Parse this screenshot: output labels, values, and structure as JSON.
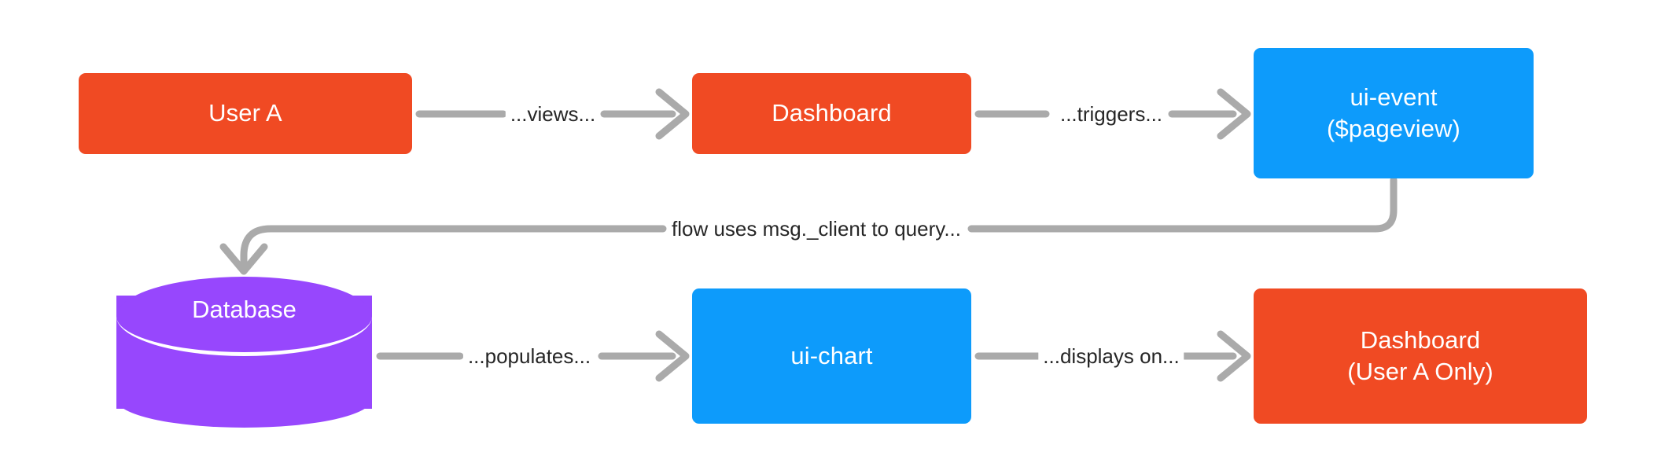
{
  "diagram": {
    "type": "flowchart",
    "direction": "left-to-right",
    "background_color": "#ffffff",
    "edge_color": "#aaaaaa",
    "label_color": "#262626",
    "colors": {
      "orange": "#f04a23",
      "blue": "#0d9bfb",
      "purple": "#9747fd",
      "node_text": "#ffffff"
    },
    "nodes": [
      {
        "id": "user-a",
        "shape": "rounded-rect",
        "color": "#f04a23",
        "lines": [
          "User A"
        ]
      },
      {
        "id": "dashboard-1",
        "shape": "rounded-rect",
        "color": "#f04a23",
        "lines": [
          "Dashboard"
        ]
      },
      {
        "id": "ui-event",
        "shape": "rounded-rect",
        "color": "#0d9bfb",
        "lines": [
          "ui-event",
          "($pageview)"
        ]
      },
      {
        "id": "database",
        "shape": "cylinder",
        "color": "#9747fd",
        "lines": [
          "Database"
        ]
      },
      {
        "id": "ui-chart",
        "shape": "rounded-rect",
        "color": "#0d9bfb",
        "lines": [
          "ui-chart"
        ]
      },
      {
        "id": "dashboard-2",
        "shape": "rounded-rect",
        "color": "#f04a23",
        "lines": [
          "Dashboard",
          "(User A Only)"
        ]
      }
    ],
    "edges": [
      {
        "id": "e1",
        "from": "user-a",
        "to": "dashboard-1",
        "label": "...views..."
      },
      {
        "id": "e2",
        "from": "dashboard-1",
        "to": "ui-event",
        "label": "...triggers..."
      },
      {
        "id": "e3",
        "from": "ui-event",
        "to": "database",
        "label": "flow uses msg._client to query..."
      },
      {
        "id": "e4",
        "from": "database",
        "to": "ui-chart",
        "label": "...populates..."
      },
      {
        "id": "e5",
        "from": "ui-chart",
        "to": "dashboard-2",
        "label": "...displays on..."
      }
    ]
  },
  "node_text": {
    "user_a": "User A",
    "dashboard_1": "Dashboard",
    "ui_event_line1": "ui-event",
    "ui_event_line2": "($pageview)",
    "database": "Database",
    "ui_chart": "ui-chart",
    "dashboard_2_line1": "Dashboard",
    "dashboard_2_line2": "(User A Only)"
  },
  "edge_labels": {
    "views": "...views...",
    "triggers": "...triggers...",
    "flow_query": "flow uses msg._client to query...",
    "populates": "...populates...",
    "displays_on": "...displays on..."
  }
}
